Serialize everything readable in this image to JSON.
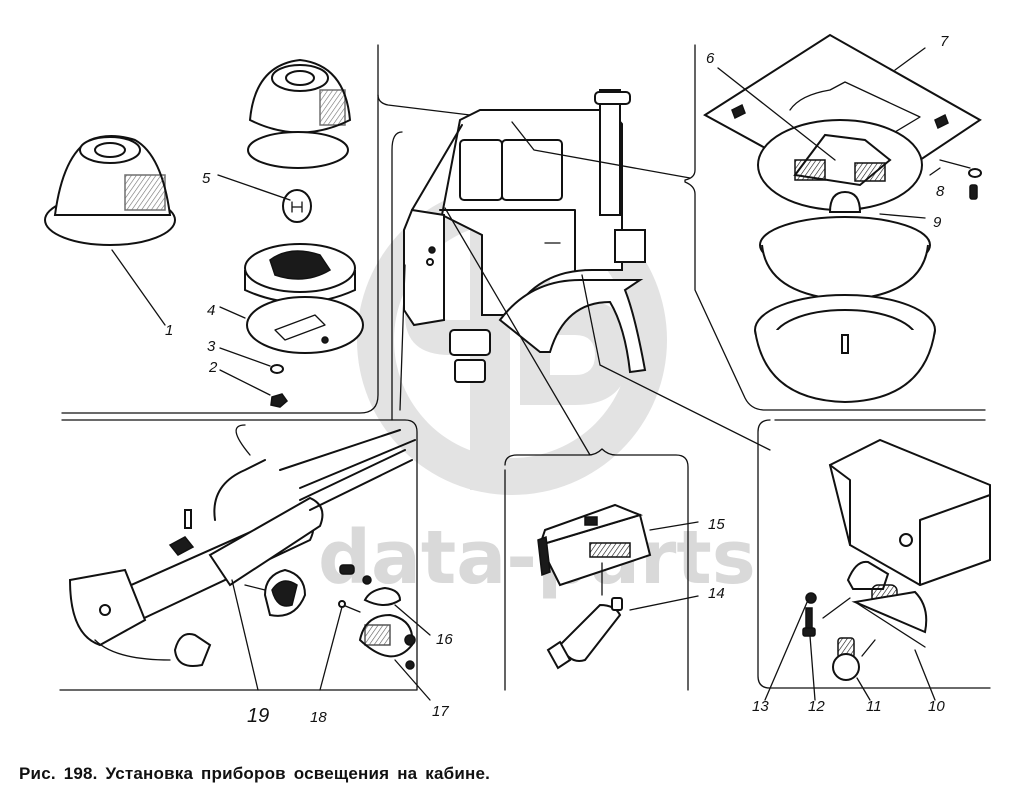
{
  "figure": {
    "caption": "Рис. 198. Установка приборов освещения на кабине.",
    "watermark": "data-parts",
    "watermark_logo": "ЧБ-circle-logo"
  },
  "callouts": [
    {
      "id": "1",
      "label": "1"
    },
    {
      "id": "2",
      "label": "2"
    },
    {
      "id": "3",
      "label": "3"
    },
    {
      "id": "4",
      "label": "4"
    },
    {
      "id": "5",
      "label": "5"
    },
    {
      "id": "6",
      "label": "6"
    },
    {
      "id": "7",
      "label": "7"
    },
    {
      "id": "8",
      "label": "8"
    },
    {
      "id": "9",
      "label": "9"
    },
    {
      "id": "10",
      "label": "10"
    },
    {
      "id": "11",
      "label": "11"
    },
    {
      "id": "12",
      "label": "12"
    },
    {
      "id": "13",
      "label": "13"
    },
    {
      "id": "14",
      "label": "14"
    },
    {
      "id": "15",
      "label": "15"
    },
    {
      "id": "16",
      "label": "16"
    },
    {
      "id": "17",
      "label": "17"
    },
    {
      "id": "18",
      "label": "18"
    },
    {
      "id": "19",
      "label": "19"
    }
  ],
  "panels": [
    {
      "name": "cab-marker-lamp",
      "parts": [
        "1",
        "2",
        "3",
        "4",
        "5"
      ]
    },
    {
      "name": "cab-overview",
      "parts": []
    },
    {
      "name": "ceiling-lamp",
      "parts": [
        "6",
        "7",
        "8",
        "9"
      ]
    },
    {
      "name": "inspection-lamp",
      "parts": [
        "16",
        "17",
        "18",
        "19"
      ]
    },
    {
      "name": "instrument-panel-lamp",
      "parts": [
        "14",
        "15"
      ]
    },
    {
      "name": "step-lamp",
      "parts": [
        "10",
        "11",
        "12",
        "13"
      ]
    }
  ]
}
